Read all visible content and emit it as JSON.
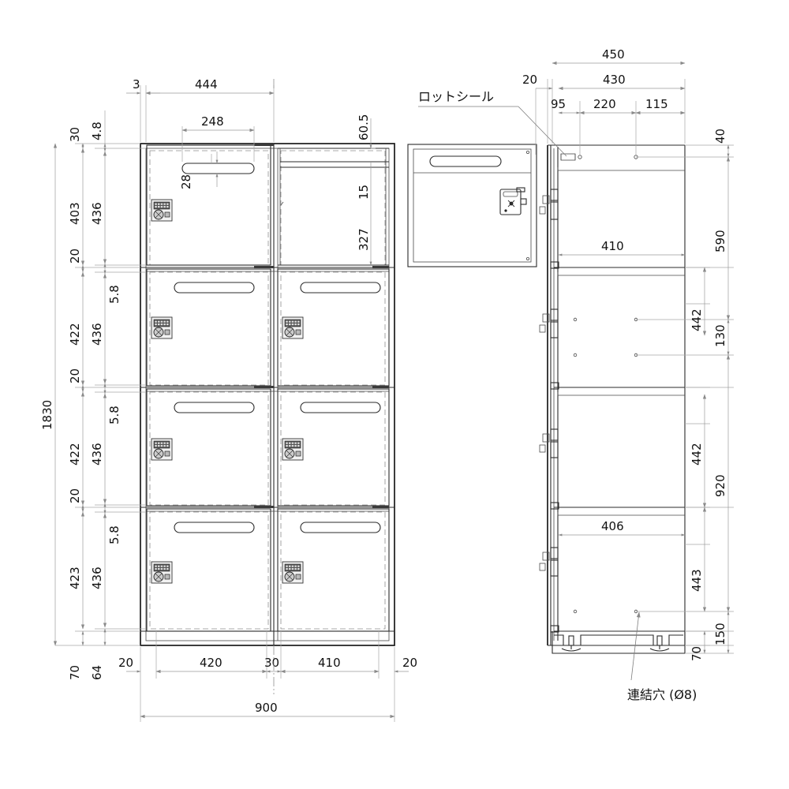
{
  "drawing": {
    "title": "8-Door Locker Technical Drawing",
    "units": "mm",
    "annotations": [
      {
        "id": "lot-seal",
        "label": "ロットシール"
      },
      {
        "id": "link-hole",
        "label": "連結穴 (Ø8)"
      }
    ]
  },
  "front_view": {
    "overall_width": "900",
    "overall_height": "1830",
    "horizontal_dims": [
      {
        "label": "3",
        "note": "left panel edge offset"
      },
      {
        "label": "444",
        "note": "left door width overall"
      },
      {
        "label": "248",
        "note": "handle slot width"
      },
      {
        "label": "20",
        "note": "left side wall"
      },
      {
        "label": "420",
        "note": "left column opening"
      },
      {
        "label": "30",
        "note": "center divider"
      },
      {
        "label": "410",
        "note": "right column opening"
      },
      {
        "label": "20",
        "note": "right side wall"
      },
      {
        "label": "900",
        "note": "overall width"
      }
    ],
    "vertical_dims_outer": [
      "1830"
    ],
    "vertical_dims_col1": [
      "30",
      "403",
      "20",
      "422",
      "20",
      "422",
      "20",
      "423",
      "70"
    ],
    "vertical_dims_col2": [
      "4.8",
      "436",
      "5.8",
      "436",
      "5.8",
      "436",
      "5.8",
      "436",
      "64"
    ],
    "detail_dims": [
      {
        "label": "28",
        "note": "handle slot offset from door top"
      },
      {
        "label": "60.5",
        "note": "top of open compartment"
      },
      {
        "label": "15",
        "note": "shelf lip"
      },
      {
        "label": "327",
        "note": "open compartment inner height"
      }
    ],
    "rows": 4,
    "columns": 2,
    "door_count": 7,
    "open_compartment": {
      "row": 1,
      "column": 2
    }
  },
  "door_detail_view": {
    "name": "door-detail",
    "features": [
      "handle-slot",
      "digital-lock",
      "hinge-pins"
    ]
  },
  "side_view": {
    "horizontal_dims": [
      {
        "label": "450",
        "note": "overall depth"
      },
      {
        "label": "430",
        "note": "body depth"
      },
      {
        "label": "20",
        "note": "door thickness offset"
      },
      {
        "label": "95",
        "note": "lot seal to first hole"
      },
      {
        "label": "220",
        "note": "hole spacing"
      },
      {
        "label": "115",
        "note": "last hole to rear"
      },
      {
        "label": "410",
        "note": "upper shelf depth"
      },
      {
        "label": "406",
        "note": "lower shelf depth"
      }
    ],
    "vertical_dims": [
      {
        "label": "40",
        "note": "top to first hole"
      },
      {
        "label": "590",
        "note": "top zone height"
      },
      {
        "label": "442",
        "note": "second compartment"
      },
      {
        "label": "130",
        "note": "hole spacing"
      },
      {
        "label": "442",
        "note": "third compartment"
      },
      {
        "label": "920",
        "note": "mid zone height"
      },
      {
        "label": "443",
        "note": "bottom compartment"
      },
      {
        "label": "150",
        "note": "base height"
      },
      {
        "label": "70",
        "note": "plinth height"
      }
    ],
    "features": [
      "lot-seal",
      "connection-holes",
      "adjustable-feet",
      "hinges",
      "shelves"
    ]
  }
}
